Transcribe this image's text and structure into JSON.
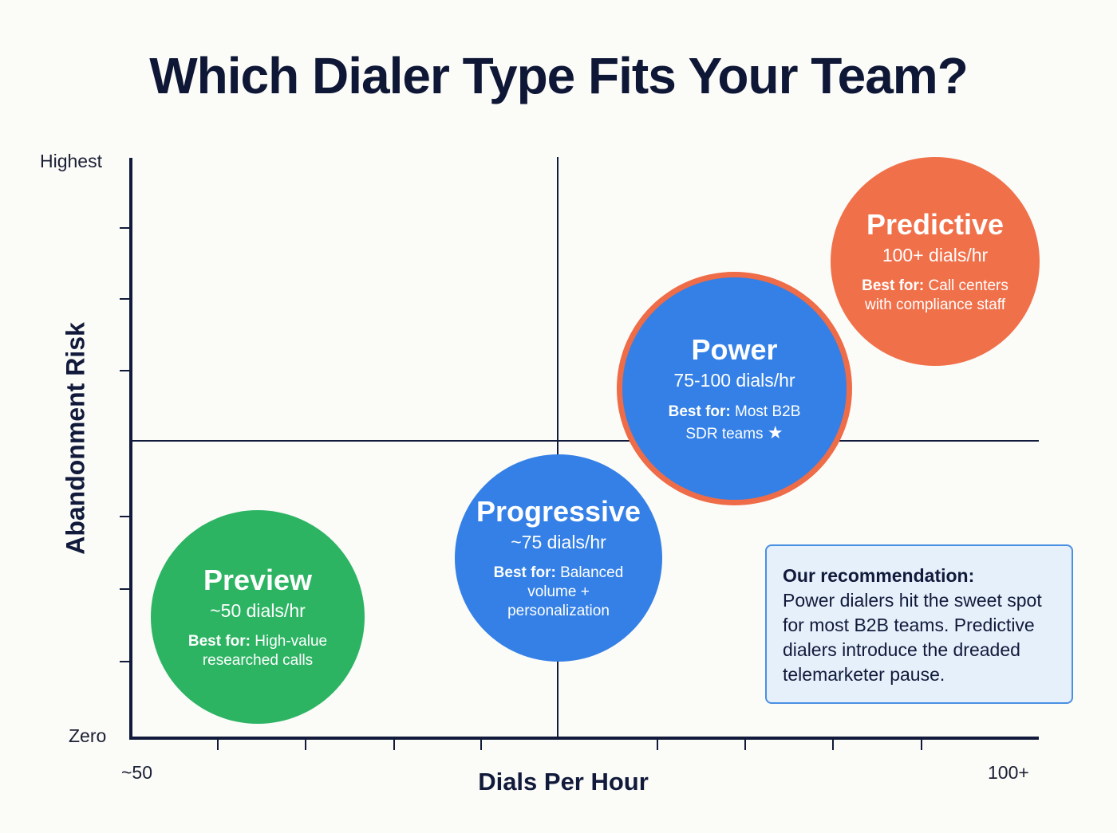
{
  "title": "Which Dialer Type Fits Your Team?",
  "axes": {
    "y_label": "Abandonment Risk",
    "y_top": "Highest",
    "y_bottom": "Zero",
    "x_label": "Dials Per Hour",
    "x_left": "~50",
    "x_right": "100+"
  },
  "bubbles": [
    {
      "name": "Preview",
      "rate": "~50 dials/hr",
      "best_label": "Best for:",
      "best_text": "High-value researched calls",
      "color": "#2db463"
    },
    {
      "name": "Progressive",
      "rate": "~75 dials/hr",
      "best_label": "Best for:",
      "best_text": "Balanced volume + personalization",
      "color": "#3480e6"
    },
    {
      "name": "Power",
      "rate": "75-100 dials/hr",
      "best_label": "Best for:",
      "best_text": "Most B2B SDR teams",
      "highlight_icon": "star-icon",
      "color": "#3480e6",
      "border_color": "#ee6c47"
    },
    {
      "name": "Predictive",
      "rate": "100+ dials/hr",
      "best_label": "Best for:",
      "best_text": "Call centers with compliance staff",
      "color": "#f0704a"
    }
  ],
  "recommendation": {
    "title": "Our recommendation:",
    "text": "Power dialers hit the sweet spot for most B2B teams. Predictive dialers introduce the dreaded telemarketer pause."
  },
  "chart_data": {
    "type": "scatter",
    "title": "Which Dialer Type Fits Your Team?",
    "xlabel": "Dials Per Hour",
    "ylabel": "Abandonment Risk",
    "x_tick_labels": [
      "~50",
      "100+"
    ],
    "y_tick_labels": [
      "Zero",
      "Highest"
    ],
    "xlim": [
      50,
      100
    ],
    "ylim": [
      "Zero",
      "Highest"
    ],
    "grid": false,
    "quadrant_lines": {
      "x_split": "~75 dials/hr",
      "y_split": "midpoint risk"
    },
    "points": [
      {
        "label": "Preview",
        "x": 50,
        "y_relative": 0.21,
        "dials": "~50 dials/hr",
        "best_for": "High-value researched calls",
        "color": "#2db463"
      },
      {
        "label": "Progressive",
        "x": 75,
        "y_relative": 0.31,
        "dials": "~75 dials/hr",
        "best_for": "Balanced volume + personalization",
        "color": "#3480e6"
      },
      {
        "label": "Power",
        "x": 87.5,
        "y_relative": 0.6,
        "dials": "75-100 dials/hr",
        "best_for": "Most B2B SDR teams",
        "recommended": true,
        "color": "#3480e6"
      },
      {
        "label": "Predictive",
        "x": 100,
        "y_relative": 0.82,
        "dials": "100+ dials/hr",
        "best_for": "Call centers with compliance staff",
        "color": "#f0704a"
      }
    ]
  }
}
